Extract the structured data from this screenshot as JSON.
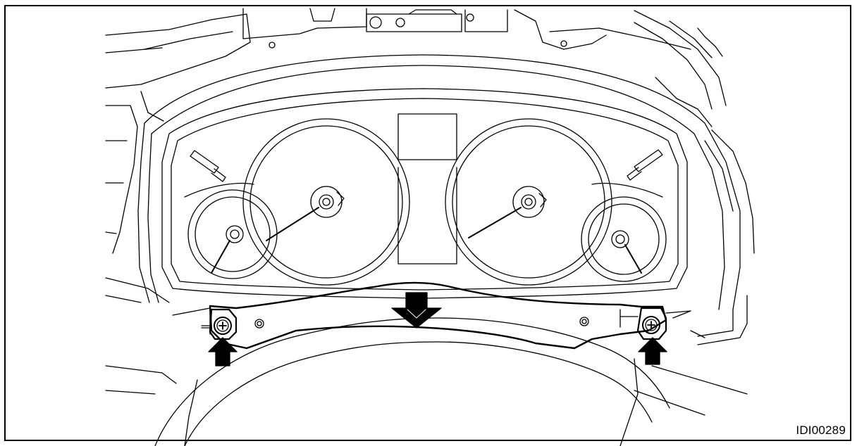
{
  "figure": {
    "id_label": "IDI00289"
  },
  "colors": {
    "line": "#000000",
    "background": "#ffffff"
  },
  "callouts": [
    {
      "name": "left-screw-arrow",
      "direction": "up"
    },
    {
      "name": "right-screw-arrow",
      "direction": "up"
    },
    {
      "name": "pull-direction-arrow",
      "direction": "down"
    }
  ]
}
